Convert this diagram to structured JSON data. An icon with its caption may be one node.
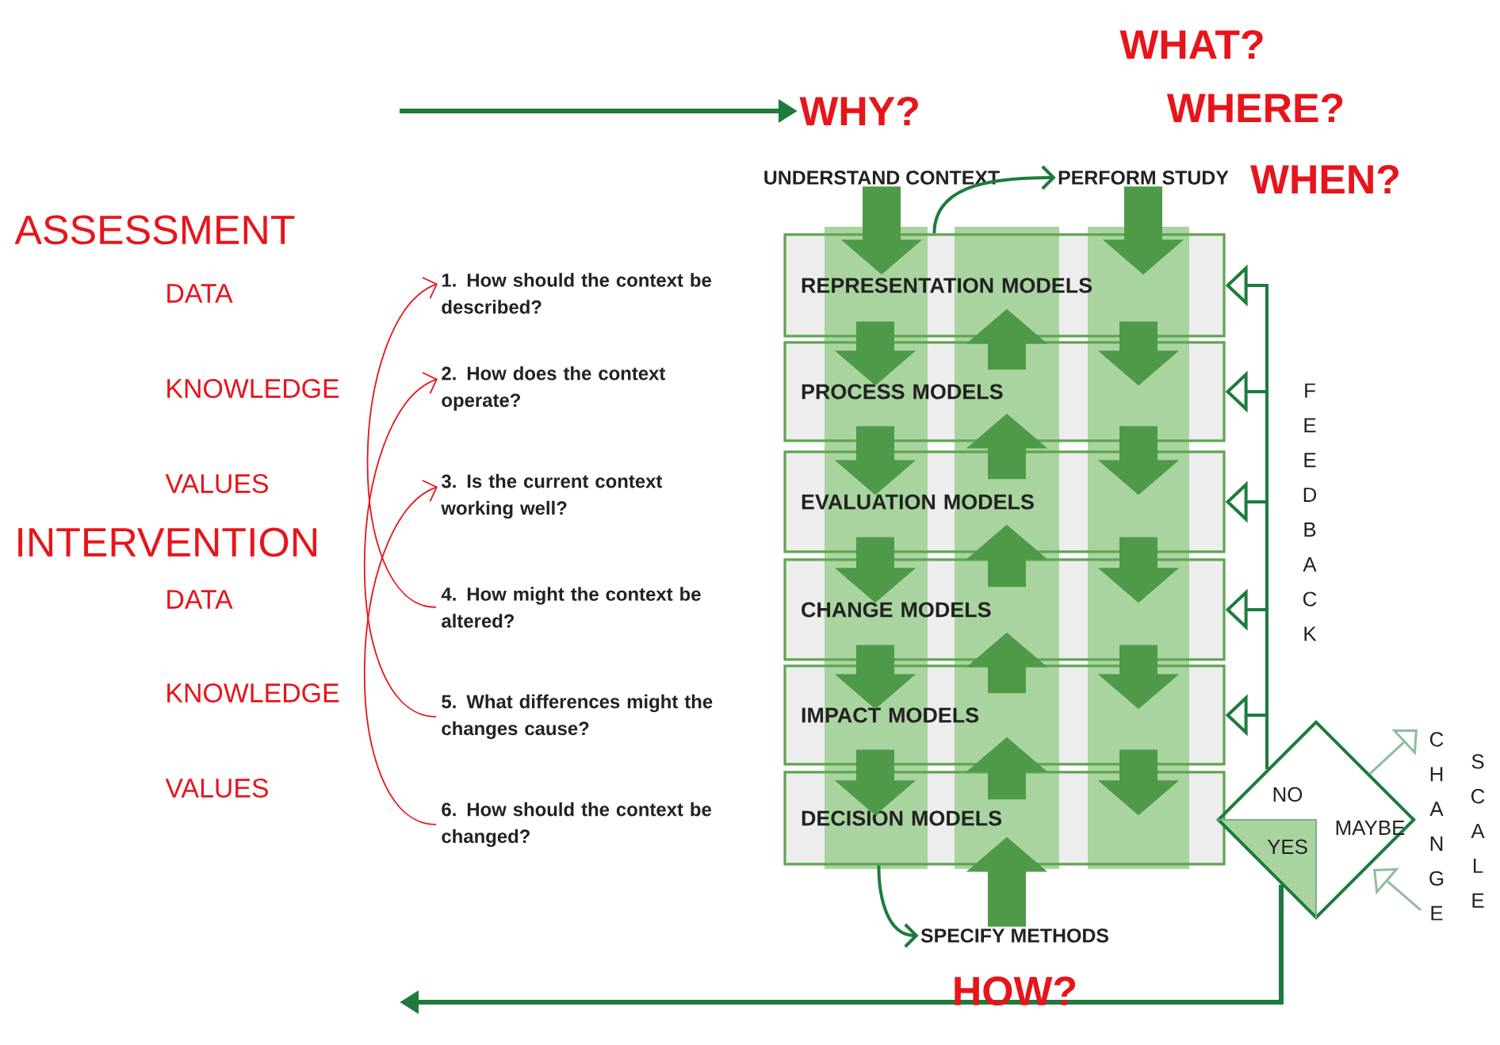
{
  "diagram": {
    "nodes": [
      {
        "text": [
          "1. How should the context be described?"
        ]
      },
      {
        "text": [
          "2. How does the context operate?"
        ]
      },
      {
        "text": [
          "3. Is the current context working well?"
        ]
      },
      {
        "text": [
          "4. How might the context be altered?"
        ]
      },
      {
        "text": [
          "5. What differences might the changes cause?"
        ]
      },
      {
        "text": [
          "6. How should the context be changed?"
        ]
      },
      {
        "text": [
          "REPRESENTATION MODELS"
        ]
      },
      {
        "text": [
          "PROCESS MODELS"
        ]
      },
      {
        "text": [
          "EVALUATION MODELS"
        ]
      },
      {
        "text": [
          "CHANGE MODELS"
        ]
      },
      {
        "text": [
          "IMPACT MODELS"
        ]
      },
      {
        "text": [
          "DECISION MODELS"
        ]
      },
      {
        "text": [
          "NO",
          "YES",
          "MAYBE"
        ]
      },
      {
        "text": [
          "UNDERSTAND CONTEXT"
        ]
      },
      {
        "text": [
          "PERFORM STUDY"
        ]
      },
      {
        "text": [
          "SPECIFY METHODS"
        ]
      },
      {
        "text": [
          "WHY?"
        ]
      }
    ],
    "edges": [
      {
        "from": null,
        "to": 16,
        "arrow": "to"
      },
      {
        "from": 13,
        "to": 6,
        "arrow": "to"
      },
      {
        "from": 14,
        "to": 6,
        "arrow": "to"
      },
      {
        "from": 6,
        "to": 14,
        "arrow": "to"
      },
      {
        "from": 11,
        "to": 15,
        "arrow": "to"
      },
      {
        "from": 3,
        "to": 0,
        "arrow": "to",
        "color": "#e8141b"
      },
      {
        "from": 4,
        "to": 1,
        "arrow": "to",
        "color": "#e8141b"
      },
      {
        "from": 5,
        "to": 2,
        "arrow": "to",
        "color": "#e8141b"
      },
      {
        "from": 12,
        "to": 6,
        "arrow": "to"
      },
      {
        "from": 12,
        "to": 7,
        "arrow": "to"
      },
      {
        "from": 12,
        "to": 8,
        "arrow": "to"
      },
      {
        "from": 12,
        "to": 9,
        "arrow": "to"
      },
      {
        "from": 12,
        "to": 10,
        "arrow": "to"
      },
      {
        "from": 12,
        "to": null,
        "arrow": "to"
      },
      {
        "from": 6,
        "to": 7,
        "arrow": "to"
      },
      {
        "from": 6,
        "to": 7,
        "arrow": "to"
      },
      {
        "from": 7,
        "to": 8,
        "arrow": "to"
      },
      {
        "from": 7,
        "to": 8,
        "arrow": "to"
      },
      {
        "from": 8,
        "to": 9,
        "arrow": "to"
      },
      {
        "from": 8,
        "to": 9,
        "arrow": "to"
      },
      {
        "from": 9,
        "to": 10,
        "arrow": "to"
      },
      {
        "from": 9,
        "to": 10,
        "arrow": "to"
      },
      {
        "from": 10,
        "to": 11,
        "arrow": "to"
      },
      {
        "from": 10,
        "to": 11,
        "arrow": "to"
      },
      {
        "from": 7,
        "to": 6,
        "arrow": "to"
      },
      {
        "from": 8,
        "to": 7,
        "arrow": "to"
      },
      {
        "from": 9,
        "to": 8,
        "arrow": "to"
      },
      {
        "from": 10,
        "to": 9,
        "arrow": "to"
      },
      {
        "from": 11,
        "to": 10,
        "arrow": "to"
      },
      {
        "from": 15,
        "to": 11,
        "arrow": "to"
      }
    ],
    "labels": [
      "WHAT?",
      "WHERE?",
      "WHEN?",
      "ASSESSMENT",
      "DATA",
      "KNOWLEDGE",
      "VALUES",
      "INTERVENTION",
      "DATA",
      "KNOWLEDGE",
      "VALUES",
      "FEEDBACK",
      "CHANGE",
      "SCALE",
      "HOW?"
    ]
  }
}
